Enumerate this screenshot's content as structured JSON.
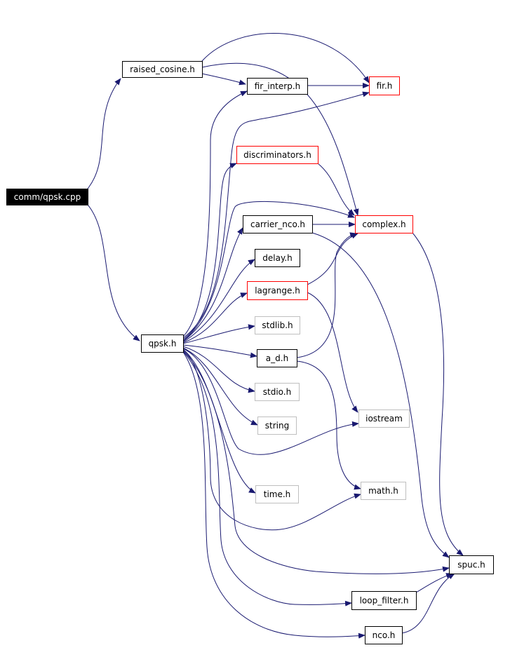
{
  "graph": {
    "edge_color": "#191970",
    "nodes": [
      {
        "id": "comm_qpsk_cpp",
        "label": "comm/qpsk.cpp",
        "style": "root"
      },
      {
        "id": "raised_cosine_h",
        "label": "raised_cosine.h",
        "style": "normal"
      },
      {
        "id": "fir_interp_h",
        "label": "fir_interp.h",
        "style": "normal"
      },
      {
        "id": "fir_h",
        "label": "fir.h",
        "style": "red"
      },
      {
        "id": "discriminators_h",
        "label": "discriminators.h",
        "style": "red"
      },
      {
        "id": "complex_h",
        "label": "complex.h",
        "style": "red"
      },
      {
        "id": "carrier_nco_h",
        "label": "carrier_nco.h",
        "style": "normal"
      },
      {
        "id": "delay_h",
        "label": "delay.h",
        "style": "normal"
      },
      {
        "id": "lagrange_h",
        "label": "lagrange.h",
        "style": "red"
      },
      {
        "id": "stdlib_h",
        "label": "stdlib.h",
        "style": "gray"
      },
      {
        "id": "qpsk_h",
        "label": "qpsk.h",
        "style": "normal"
      },
      {
        "id": "a_d_h",
        "label": "a_d.h",
        "style": "normal"
      },
      {
        "id": "stdio_h",
        "label": "stdio.h",
        "style": "gray"
      },
      {
        "id": "string",
        "label": "string",
        "style": "gray"
      },
      {
        "id": "iostream",
        "label": "iostream",
        "style": "gray"
      },
      {
        "id": "math_h",
        "label": "math.h",
        "style": "gray"
      },
      {
        "id": "time_h",
        "label": "time.h",
        "style": "gray"
      },
      {
        "id": "spuc_h",
        "label": "spuc.h",
        "style": "normal"
      },
      {
        "id": "loop_filter_h",
        "label": "loop_filter.h",
        "style": "normal"
      },
      {
        "id": "nco_h",
        "label": "nco.h",
        "style": "normal"
      }
    ],
    "edges": [
      {
        "from": "comm_qpsk_cpp",
        "to": "raised_cosine_h"
      },
      {
        "from": "comm_qpsk_cpp",
        "to": "qpsk_h"
      },
      {
        "from": "raised_cosine_h",
        "to": "fir_h"
      },
      {
        "from": "raised_cosine_h",
        "to": "fir_interp_h"
      },
      {
        "from": "raised_cosine_h",
        "to": "complex_h"
      },
      {
        "from": "fir_interp_h",
        "to": "fir_h"
      },
      {
        "from": "discriminators_h",
        "to": "complex_h"
      },
      {
        "from": "carrier_nco_h",
        "to": "complex_h"
      },
      {
        "from": "carrier_nco_h",
        "to": "spuc_h"
      },
      {
        "from": "lagrange_h",
        "to": "complex_h"
      },
      {
        "from": "lagrange_h",
        "to": "iostream"
      },
      {
        "from": "a_d_h",
        "to": "complex_h"
      },
      {
        "from": "a_d_h",
        "to": "math_h"
      },
      {
        "from": "complex_h",
        "to": "spuc_h"
      },
      {
        "from": "loop_filter_h",
        "to": "spuc_h"
      },
      {
        "from": "nco_h",
        "to": "spuc_h"
      },
      {
        "from": "qpsk_h",
        "to": "fir_interp_h"
      },
      {
        "from": "qpsk_h",
        "to": "fir_h"
      },
      {
        "from": "qpsk_h",
        "to": "discriminators_h"
      },
      {
        "from": "qpsk_h",
        "to": "complex_h"
      },
      {
        "from": "qpsk_h",
        "to": "carrier_nco_h"
      },
      {
        "from": "qpsk_h",
        "to": "delay_h"
      },
      {
        "from": "qpsk_h",
        "to": "lagrange_h"
      },
      {
        "from": "qpsk_h",
        "to": "stdlib_h"
      },
      {
        "from": "qpsk_h",
        "to": "a_d_h"
      },
      {
        "from": "qpsk_h",
        "to": "stdio_h"
      },
      {
        "from": "qpsk_h",
        "to": "string"
      },
      {
        "from": "qpsk_h",
        "to": "iostream"
      },
      {
        "from": "qpsk_h",
        "to": "time_h"
      },
      {
        "from": "qpsk_h",
        "to": "math_h"
      },
      {
        "from": "qpsk_h",
        "to": "spuc_h"
      },
      {
        "from": "qpsk_h",
        "to": "loop_filter_h"
      },
      {
        "from": "qpsk_h",
        "to": "nco_h"
      }
    ]
  }
}
